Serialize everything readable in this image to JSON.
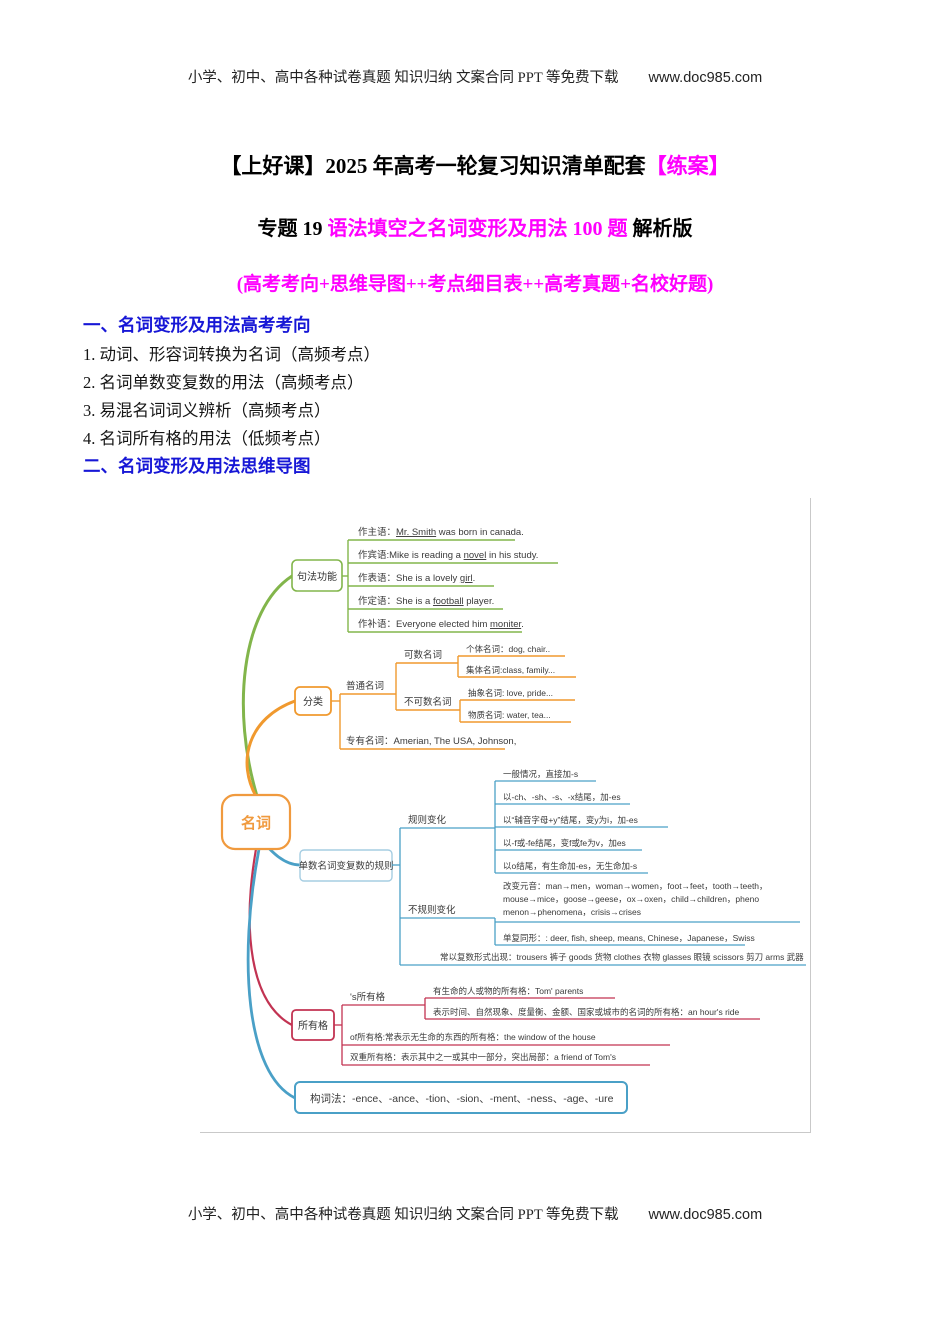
{
  "page": {
    "header": {
      "text": "小学、初中、高中各种试卷真题 知识归纳 文案合同 PPT 等免费下载",
      "url": "www.doc985.com"
    },
    "footer": {
      "text": "小学、初中、高中各种试卷真题 知识归纳 文案合同 PPT 等免费下载",
      "url": "www.doc985.com"
    },
    "title1": {
      "black": "【上好课】2025 年高考一轮复习知识清单配套",
      "magenta": "【练案】"
    },
    "title2": {
      "part1": "专题 19 ",
      "magenta": "语法填空之名词变形及用法 100 题",
      "part2": " 解析版"
    },
    "title3": "(高考考向+思维导图++考点细目表++高考真题+名校好题)",
    "section1": {
      "heading": "一、名词变形及用法高考考向",
      "items": [
        "1. 动词、形容词转换为名词（高频考点）",
        "2. 名词单数变复数的用法（高频考点）",
        "3. 易混名词词义辨析（高频考点）",
        "4. 名词所有格的用法（低频考点）"
      ]
    },
    "section2": {
      "heading": "二、名词变形及用法思维导图"
    }
  },
  "mindmap": {
    "root": "名词",
    "colors": {
      "green": "#82b54b",
      "orange": "#f0992e",
      "blue": "#4aa0c7",
      "red": "#c23352",
      "root_orange": "#f09a3e"
    },
    "syntax": {
      "label": "句法功能",
      "leaves": [
        {
          "pre": "作主语：",
          "u": "Mr. Smith",
          "post": " was born in canada."
        },
        {
          "pre": "作宾语:Mike is reading a ",
          "u": "novel",
          "post": " in his study."
        },
        {
          "pre": "作表语：She is a lovely ",
          "u": "girl",
          "post": "."
        },
        {
          "pre": "作定语：She is a ",
          "u": "football",
          "post": " player."
        },
        {
          "pre": "作补语：Everyone elected him ",
          "u": "moniter",
          "post": "."
        }
      ]
    },
    "classify": {
      "label": "分类",
      "common_label": "普通名词",
      "countable": {
        "label": "可数名词",
        "leaves": [
          "个体名词：dog, chair..",
          "集体名词:class, family..."
        ]
      },
      "uncountable": {
        "label": "不可数名词",
        "leaves": [
          "抽象名词: love, pride...",
          "物质名词: water, tea..."
        ]
      },
      "proper": "专有名词：Amerian, The USA, Johnson,"
    },
    "plural": {
      "label": "单数名词变复数的规则",
      "regular": {
        "label": "规则变化",
        "leaves": [
          "一般情况，直接加-s",
          "以-ch、-sh、-s、-x结尾，加-es",
          "以“辅音字母+y”结尾，变y为i，加-es",
          "以-f或-fe结尾，变f或fe为v，加es",
          "以o结尾，有生命加-es，无生命加-s"
        ]
      },
      "irregular": {
        "label": "不规则变化",
        "vowel_lines": [
          "改变元音：man→men，woman→women，foot→feet，tooth→teeth，",
          "mouse→mice，goose→geese，ox→oxen，child→children，pheno",
          "menon→phenomena，crisis→crises"
        ],
        "same_form": "单复同形：: deer, fish, sheep, means, Chinese，Japanese，Swiss"
      },
      "always_plural": "常以复数形式出现：trousers 裤子 goods 货物 clothes 衣物 glasses 眼镜 scissors 剪刀 arms 武器"
    },
    "possessive": {
      "label": "所有格",
      "s_label": "'s所有格",
      "s_leaves": [
        "有生命的人或物的所有格：Tom' parents",
        "表示时间、自然现象、度量衡、金额、国家或城市的名词的所有格：an hour's ride"
      ],
      "of_form": "of所有格:常表示无生命的东西的所有格：the window of the house",
      "double_form": "双重所有格：表示其中之一或其中一部分，突出局部：a friend of Tom's"
    },
    "formation": "构词法：-ence、-ance、-tion、-sion、-ment、-ness、-age、-ure"
  }
}
